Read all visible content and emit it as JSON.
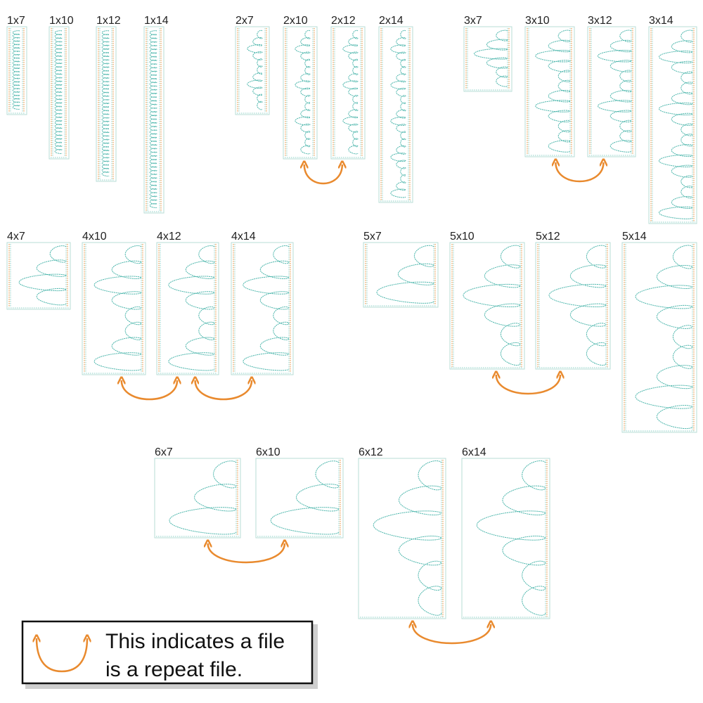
{
  "colors": {
    "stitch": "#4db6ac",
    "stitch_dark": "#3aa197",
    "border": "#8fd1c8",
    "orange": "#e98a2e",
    "frame": "#b7dcd6",
    "text": "#222222"
  },
  "designs": [
    {
      "label": "1x7"
    },
    {
      "label": "1x10"
    },
    {
      "label": "1x12"
    },
    {
      "label": "1x14"
    },
    {
      "label": "2x7"
    },
    {
      "label": "2x10"
    },
    {
      "label": "2x12"
    },
    {
      "label": "2x14"
    },
    {
      "label": "3x7"
    },
    {
      "label": "3x10"
    },
    {
      "label": "3x12"
    },
    {
      "label": "3x14"
    },
    {
      "label": "4x7"
    },
    {
      "label": "4x10"
    },
    {
      "label": "4x12"
    },
    {
      "label": "4x14"
    },
    {
      "label": "5x7"
    },
    {
      "label": "5x10"
    },
    {
      "label": "5x12"
    },
    {
      "label": "5x14"
    },
    {
      "label": "6x7"
    },
    {
      "label": "6x10"
    },
    {
      "label": "6x12"
    },
    {
      "label": "6x14"
    }
  ],
  "repeat_pairs": [
    [
      "2x10",
      "2x12"
    ],
    [
      "3x10",
      "3x12"
    ],
    [
      "4x10",
      "4x12"
    ],
    [
      "4x12",
      "4x14"
    ],
    [
      "5x10",
      "5x12"
    ],
    [
      "6x7",
      "6x10"
    ],
    [
      "6x12",
      "6x14"
    ]
  ],
  "legend": {
    "line1": "This indicates a file",
    "line2": "is a repeat file.",
    "icon": "repeat-arrow-icon"
  }
}
